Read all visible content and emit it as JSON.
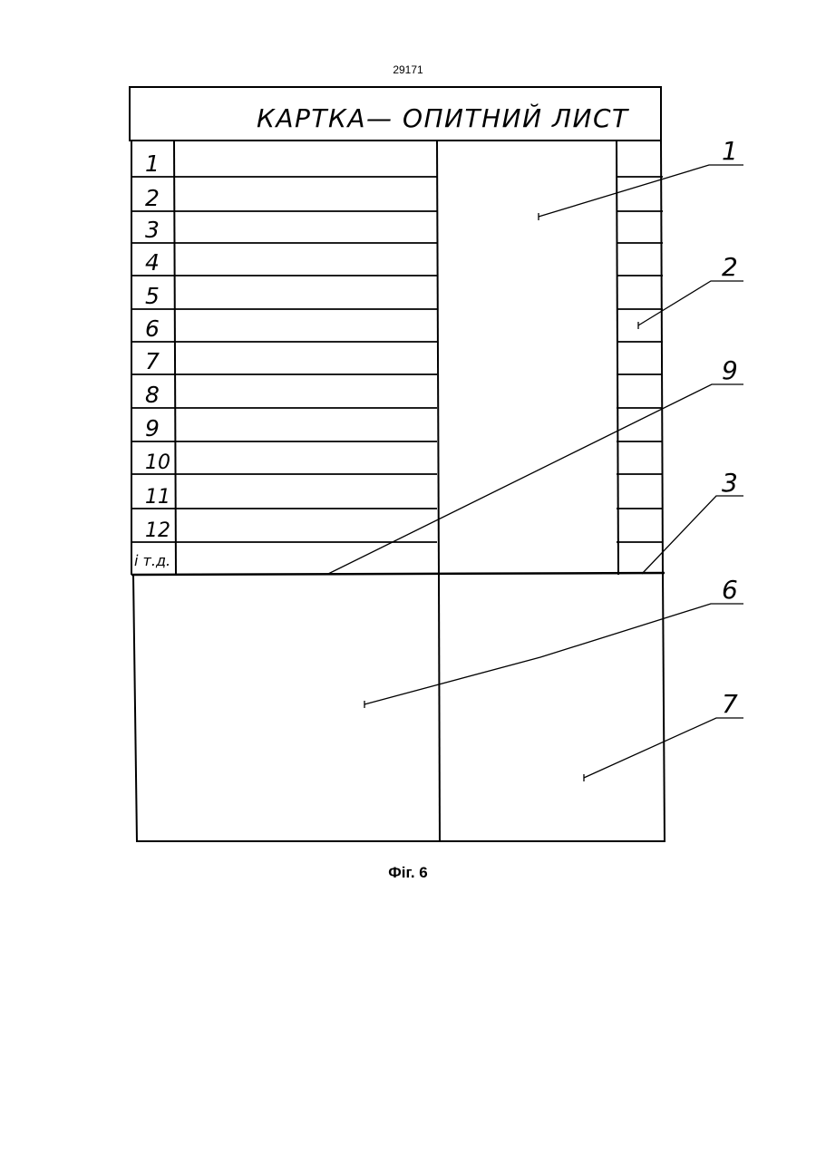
{
  "page_number": "29171",
  "card": {
    "title": "КАРТКА— ОПИТНИЙ ЛИСТ",
    "rows": [
      "1",
      "2",
      "3",
      "4",
      "5",
      "6",
      "7",
      "8",
      "9",
      "10",
      "11",
      "12",
      "і т.д."
    ]
  },
  "callouts": [
    "1",
    "2",
    "9",
    "3",
    "6",
    "7"
  ],
  "caption": "Фіг. 6"
}
